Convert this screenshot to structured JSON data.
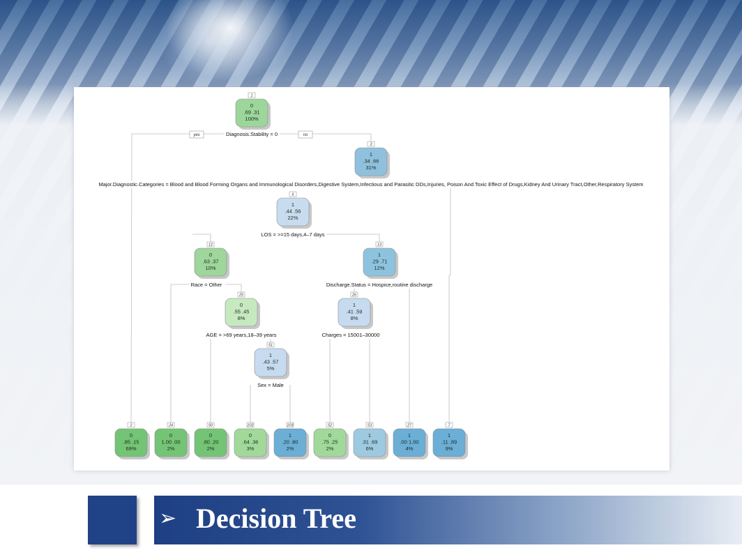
{
  "slide": {
    "title": "Decision Tree",
    "bullet_icon": "arrow-bullet-icon",
    "bullet_glyph": "➢",
    "colors": {
      "title_bar": "#1e3f83",
      "square": "#1f4386"
    }
  },
  "tree": {
    "edge_labels": {
      "yes": "yes",
      "no": "no"
    },
    "nodes": [
      {
        "id": "1",
        "cls": "0",
        "probs": ".69  .31",
        "pct": "100%",
        "color": "#9dd69a"
      },
      {
        "id": "3",
        "cls": "1",
        "probs": ".34  .66",
        "pct": "31%",
        "color": "#8fc1de"
      },
      {
        "id": "6",
        "cls": "1",
        "probs": ".44  .56",
        "pct": "22%",
        "color": "#c8dcef"
      },
      {
        "id": "12",
        "cls": "0",
        "probs": ".63  .37",
        "pct": "10%",
        "color": "#9ed69b"
      },
      {
        "id": "13",
        "cls": "1",
        "probs": ".29  .71",
        "pct": "12%",
        "color": "#8ec3e0"
      },
      {
        "id": "25",
        "cls": "0",
        "probs": ".55  .45",
        "pct": "8%",
        "color": "#c7e9c0"
      },
      {
        "id": "26",
        "cls": "1",
        "probs": ".41  .59",
        "pct": "8%",
        "color": "#c6dbef"
      },
      {
        "id": "51",
        "cls": "1",
        "probs": ".43  .57",
        "pct": "5%",
        "color": "#c6dbef"
      },
      {
        "id": "2",
        "cls": "0",
        "probs": ".85  .15",
        "pct": "69%",
        "color": "#74c476"
      },
      {
        "id": "24",
        "cls": "0",
        "probs": "1.00  .00",
        "pct": "2%",
        "color": "#74c476"
      },
      {
        "id": "50",
        "cls": "0",
        "probs": ".80  .20",
        "pct": "2%",
        "color": "#74c476"
      },
      {
        "id": "102",
        "cls": "0",
        "probs": ".64  .36",
        "pct": "3%",
        "color": "#a1d99b"
      },
      {
        "id": "103",
        "cls": "1",
        "probs": ".20  .80",
        "pct": "2%",
        "color": "#6baed6"
      },
      {
        "id": "52",
        "cls": "0",
        "probs": ".75  .25",
        "pct": "2%",
        "color": "#a1d99b"
      },
      {
        "id": "53",
        "cls": "1",
        "probs": ".31  .69",
        "pct": "6%",
        "color": "#9ecae1"
      },
      {
        "id": "27",
        "cls": "1",
        "probs": ".00  1.00",
        "pct": "4%",
        "color": "#6baed6"
      },
      {
        "id": "7",
        "cls": "1",
        "probs": ".11  .89",
        "pct": "9%",
        "color": "#6baed6"
      }
    ],
    "splits": [
      "Diagnosis.Stability = 0",
      "Major.Diagnostic.Categories = Blood and Blood Forming Organs and Immunological Disorders,Digestive System,Infectious and Parasitic DDs,Injuries, Poison And Toxic Effect of Drugs,Kidney And Urinary Tract,Other,Respiratory System",
      "LOS = >=15 days,4–7 days",
      "Race = Other",
      "Discharge.Status = Hospice,routine discharge",
      "AGE = >69 years,18–39 years",
      "Charges = 15001–30000",
      "Sex = Male"
    ]
  }
}
